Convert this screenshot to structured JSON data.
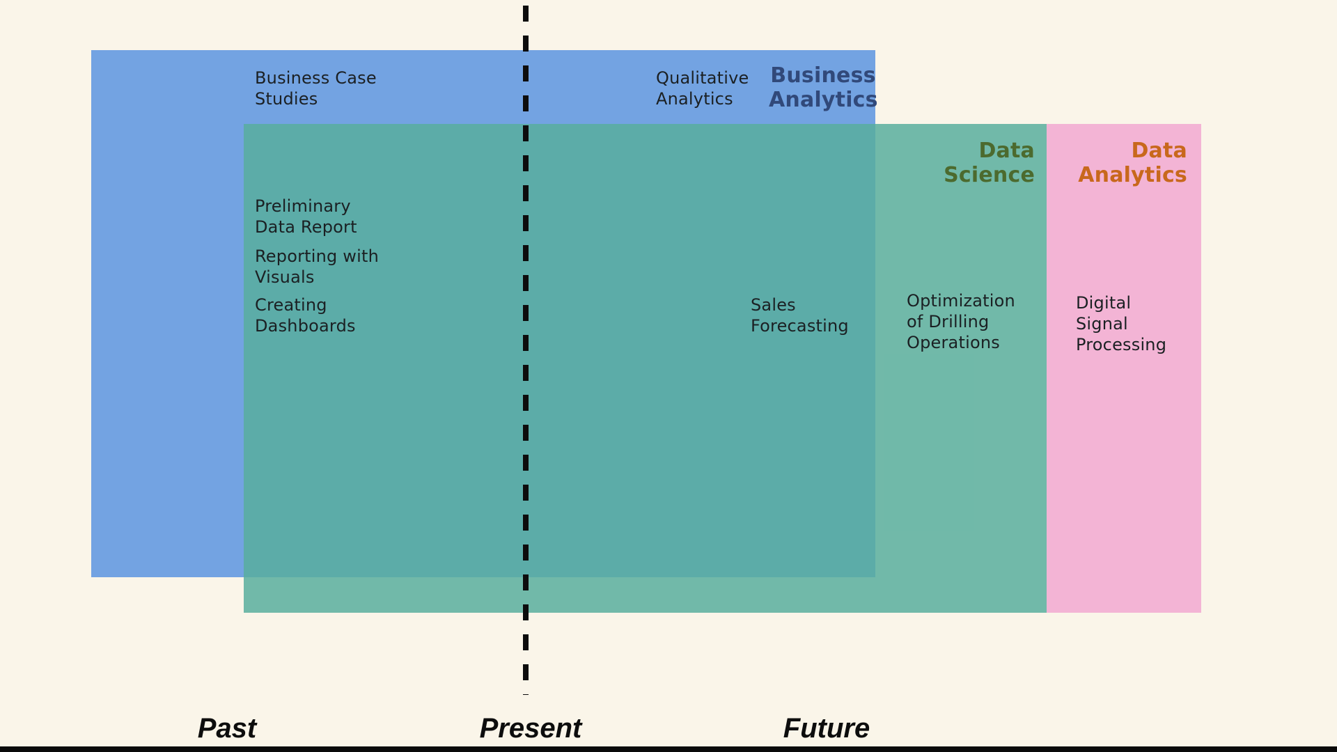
{
  "diagram_type": "overlapping-regions-timeline",
  "colors": {
    "background": "#FAF5E9",
    "business_analytics_fill": "#73A3E2",
    "data_science_fill": "#58AE9E",
    "data_analytics_fill": "#F3B4D5",
    "business_analytics_title": "#31497A",
    "data_science_title": "#4C6A2E",
    "data_analytics_title": "#C8681C",
    "body_text": "#1B2023",
    "divider": "#0D0D0D"
  },
  "titles": {
    "business_analytics": "Business\nAnalytics",
    "data_science": "Data\nScience",
    "data_analytics": "Data\nAnalytics"
  },
  "items": {
    "business_case_studies": "Business Case\nStudies",
    "qualitative_analytics": "Qualitative\nAnalytics",
    "preliminary_data_report": "Preliminary\nData Report",
    "reporting_with_visuals": "Reporting with\nVisuals",
    "creating_dashboards": "Creating\nDashboards",
    "sales_forecasting": "Sales\nForecasting",
    "optimization_of_drilling_operations": "Optimization\nof Drilling\nOperations",
    "digital_signal_processing": "Digital\nSignal\nProcessing"
  },
  "timeline": {
    "past": "Past",
    "present": "Present",
    "future": "Future"
  }
}
